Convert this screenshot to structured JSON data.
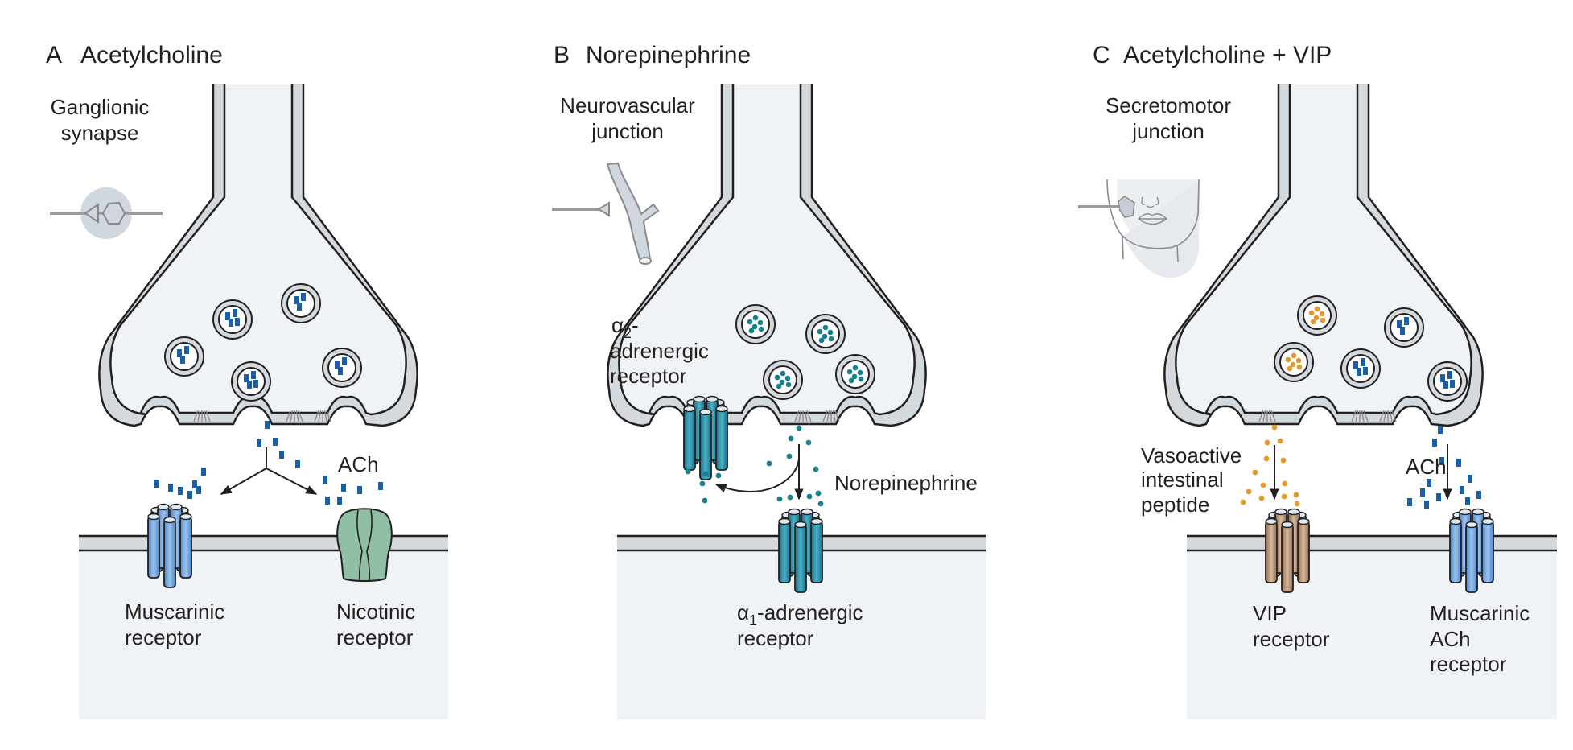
{
  "colors": {
    "membrane_fill": "#d4d9de",
    "cytoplasm": "#f0f3f5",
    "outline": "#231f20",
    "ach_blue": "#1a5ea8",
    "ne_teal": "#16808f",
    "vip_orange": "#e39a2d",
    "muscarinic_blue": "#6fa3dc",
    "nicotinic_green": "#8fbfa5",
    "alpha_teal": "#2a8fa6",
    "vip_brown": "#b99574"
  },
  "panels": [
    {
      "letter": "A",
      "title": "Acetylcholine",
      "site_line1": "Ganglionic",
      "site_line2": "synapse",
      "site_icon": "ganglion-icon",
      "transmitter_label": "ACh",
      "receptor_left_line1": "Muscarinic",
      "receptor_left_line2": "receptor",
      "receptor_right_line1": "Nicotinic",
      "receptor_right_line2": "receptor"
    },
    {
      "letter": "B",
      "title": "Norepinephrine",
      "site_line1": "Neurovascular",
      "site_line2": "junction",
      "site_icon": "blood-vessel-icon",
      "transmitter_label": "Norepinephrine",
      "presyn_receptor_alpha": "α",
      "presyn_receptor_sub": "2",
      "presyn_receptor_dash": "-",
      "presyn_receptor_line2": "adrenergic",
      "presyn_receptor_line3": "receptor",
      "postsyn_receptor_alpha": "α",
      "postsyn_receptor_sub": "1",
      "postsyn_receptor_rest": "-adrenergic",
      "postsyn_receptor_line2": "receptor"
    },
    {
      "letter": "C",
      "title": "Acetylcholine + VIP",
      "site_line1": "Secretomotor",
      "site_line2": "junction",
      "site_icon": "face-salivary-gland-icon",
      "peptide_line1": "Vasoactive",
      "peptide_line2": "intestinal",
      "peptide_line3": "peptide",
      "transmitter_label": "ACh",
      "receptor_left_line1": "VIP",
      "receptor_left_line2": "receptor",
      "receptor_right_line1": "Muscarinic",
      "receptor_right_line2": "ACh",
      "receptor_right_line3": "receptor"
    }
  ]
}
